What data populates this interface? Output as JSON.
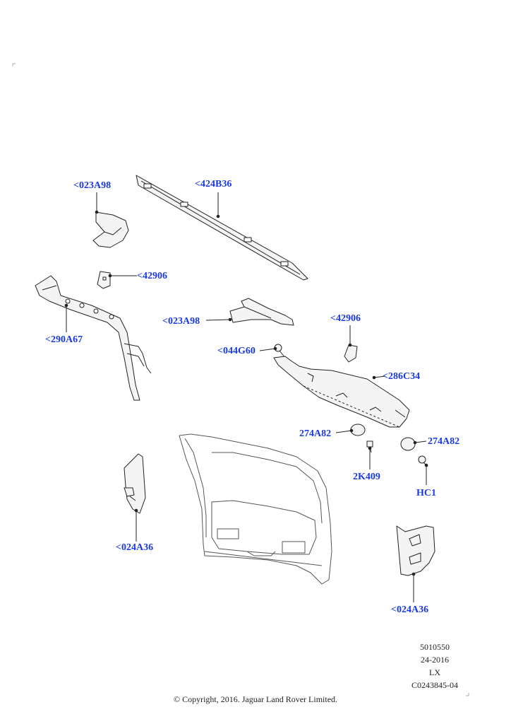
{
  "callouts": {
    "c1": "<023A98",
    "c2": "<424B36",
    "c3": "<42906",
    "c4": "<290A67",
    "c5": "<023A98",
    "c6": "<42906",
    "c7": "<044G60",
    "c8": "<286C34",
    "c9": "274A82",
    "c10": "274A82",
    "c11": "2K409",
    "c12": "HC1",
    "c13": "<024A36",
    "c14": "<024A36"
  },
  "footer": {
    "line1": "5010550",
    "line2": "24-2016",
    "line3": "LX",
    "line4": "C0243845-04",
    "copyright": "© Copyright, 2016. Jaguar Land Rover Limited."
  },
  "colors": {
    "callout": "#1a3adf",
    "line": "#222222",
    "part_fill": "#f4f4f4"
  }
}
